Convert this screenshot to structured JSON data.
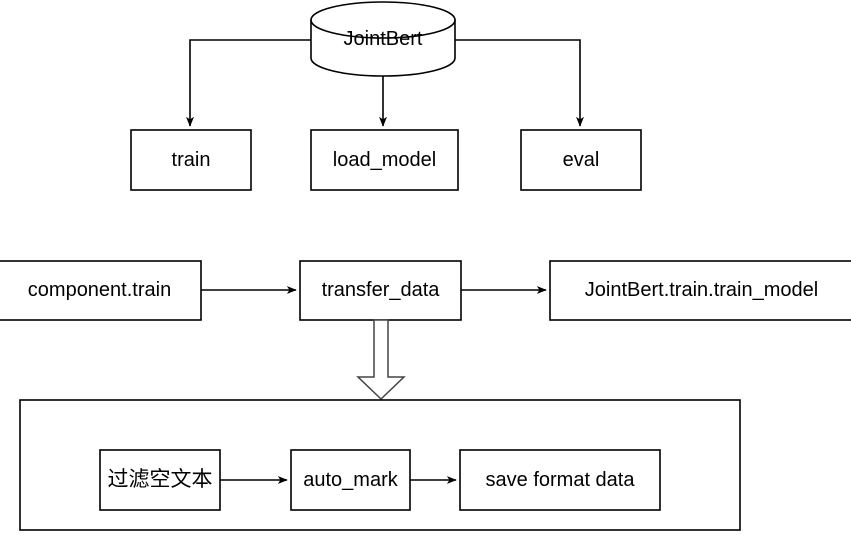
{
  "diagram": {
    "title": "JointBert module and data transfer flow",
    "stroke_color": "#000000",
    "fill_color": "#ffffff",
    "stroke_width": 1.6,
    "nodes": {
      "root": {
        "label": "JointBert",
        "shape": "cylinder"
      },
      "train": {
        "label": "train",
        "shape": "rect"
      },
      "load_model": {
        "label": "load_model",
        "shape": "rect"
      },
      "eval": {
        "label": "eval",
        "shape": "rect"
      },
      "component_train": {
        "label": "component.train",
        "shape": "rect"
      },
      "transfer_data": {
        "label": "transfer_data",
        "shape": "rect"
      },
      "jointbert_train_train_model": {
        "label": "JointBert.train.train_model",
        "shape": "rect"
      },
      "group_container": {
        "label": "",
        "shape": "rect"
      },
      "filter_empty_text": {
        "label": "过滤空文本",
        "shape": "rect"
      },
      "auto_mark": {
        "label": "auto_mark",
        "shape": "rect"
      },
      "save_format_data": {
        "label": "save format data",
        "shape": "rect"
      }
    },
    "edges": [
      {
        "from": "root",
        "to": "train",
        "style": "elbow-arrow"
      },
      {
        "from": "root",
        "to": "load_model",
        "style": "straight-arrow"
      },
      {
        "from": "root",
        "to": "eval",
        "style": "elbow-arrow"
      },
      {
        "from": "component_train",
        "to": "transfer_data",
        "style": "straight-arrow"
      },
      {
        "from": "transfer_data",
        "to": "jointbert_train_train_model",
        "style": "straight-arrow"
      },
      {
        "from": "transfer_data",
        "to": "group_container",
        "style": "block-arrow"
      },
      {
        "from": "filter_empty_text",
        "to": "auto_mark",
        "style": "straight-arrow"
      },
      {
        "from": "auto_mark",
        "to": "save_format_data",
        "style": "straight-arrow"
      }
    ]
  }
}
